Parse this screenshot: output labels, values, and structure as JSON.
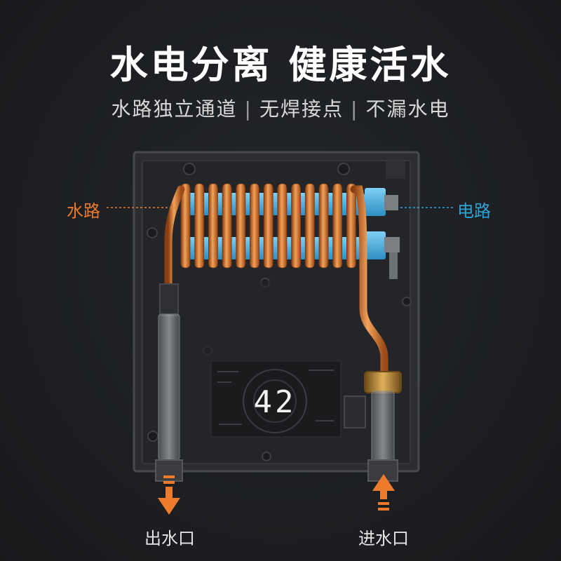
{
  "title": "水电分离 健康活水",
  "subtitle": {
    "parts": [
      "水路独立通道",
      "无焊接点",
      "不漏水电"
    ],
    "separator": "|"
  },
  "callouts": {
    "water_path": "水路",
    "electric_path": "电路"
  },
  "ports": {
    "outlet": "出水口",
    "inlet": "进水口"
  },
  "display": {
    "temperature": "42"
  },
  "colors": {
    "background": "#1c1e21",
    "title": "#ffffff",
    "water_accent": "#ee7a2c",
    "electric_accent": "#2fa3d6",
    "copper": "#d9762a",
    "brass": "#b8893a"
  },
  "icons": {
    "outlet_arrow": "arrow-down-icon",
    "inlet_arrow": "arrow-up-icon"
  }
}
